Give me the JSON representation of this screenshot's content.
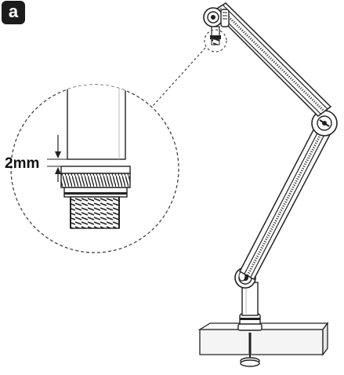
{
  "figure": {
    "step_label": "a",
    "gap_measurement": "2mm"
  },
  "colors": {
    "ink": "#1a1a1a",
    "badge": "#1c1c1c",
    "fill": "#ffffff",
    "dashed_callout": "#444444"
  },
  "parts": [
    "boom-arm",
    "mic-mount-adapter",
    "threaded-adapter",
    "desk-clamp",
    "desk"
  ]
}
